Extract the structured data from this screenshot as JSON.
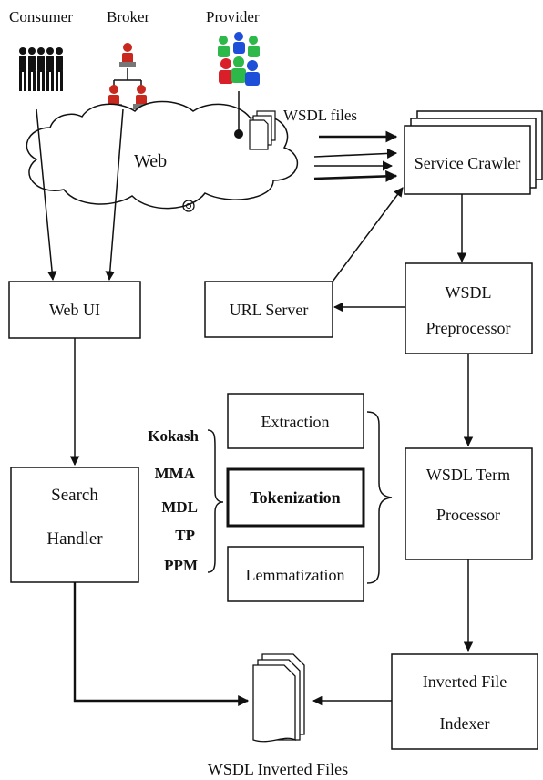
{
  "actors": {
    "consumer": "Consumer",
    "broker": "Broker",
    "provider": "Provider"
  },
  "cloud_label": "Web",
  "wsdl_files_label": "WSDL files",
  "boxes": {
    "service_crawler": "Service Crawler",
    "web_ui": "Web UI",
    "url_server": "URL Server",
    "wsdl_preprocessor": [
      "WSDL",
      "Preprocessor"
    ],
    "extraction": "Extraction",
    "tokenization": "Tokenization",
    "lemmatization": "Lemmatization",
    "wsdl_term_processor": [
      "WSDL Term",
      "Processor"
    ],
    "search_handler": [
      "Search",
      "Handler"
    ],
    "inverted_file_indexer": [
      "Inverted File",
      "Indexer"
    ]
  },
  "methods": [
    "Kokash",
    "MMA",
    "MDL",
    "TP",
    "PPM"
  ],
  "inverted_files_label": "WSDL Inverted Files",
  "colors": {
    "provider_green": "#2db84a",
    "provider_blue": "#1d4fd8",
    "provider_red": "#d81f2a",
    "broker_red": "#c8281e",
    "ink": "#111111"
  }
}
